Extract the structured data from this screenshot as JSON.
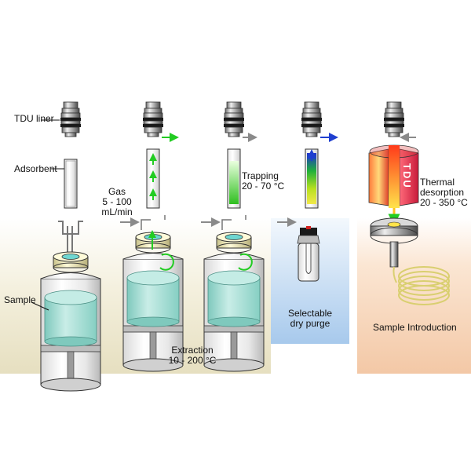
{
  "labels": {
    "tdu_liner": "TDU liner",
    "adsorbent": "Adsorbent",
    "gas_line1": "Gas",
    "gas_line2": "5 - 100",
    "gas_line3": "mL/min",
    "trapping_line1": "Trapping",
    "trapping_line2": "20 - 70 °C",
    "sample": "Sample",
    "extraction_line1": "Extraction",
    "extraction_line2": "10 - 200 °C",
    "dry_purge_line1": "Selectable",
    "dry_purge_line2": "dry purge",
    "thermal_line1": "Thermal",
    "thermal_line2": "desorption",
    "thermal_line3": "20 - 350 °C",
    "tdu_text": "TDU",
    "sample_introduction": "Sample Introduction"
  },
  "colors": {
    "panel_extraction": "#ece6cc",
    "panel_dry_purge": "#b8d4ee",
    "panel_desorption": "#f6d4b6",
    "gas_flow_arrow": "#22cc22",
    "purge_arrow": "#1f3fd0",
    "inlet_arrow": "#8a8a8a",
    "sample_liquid": "#a9dfd6",
    "heater": "#e24a2a"
  }
}
